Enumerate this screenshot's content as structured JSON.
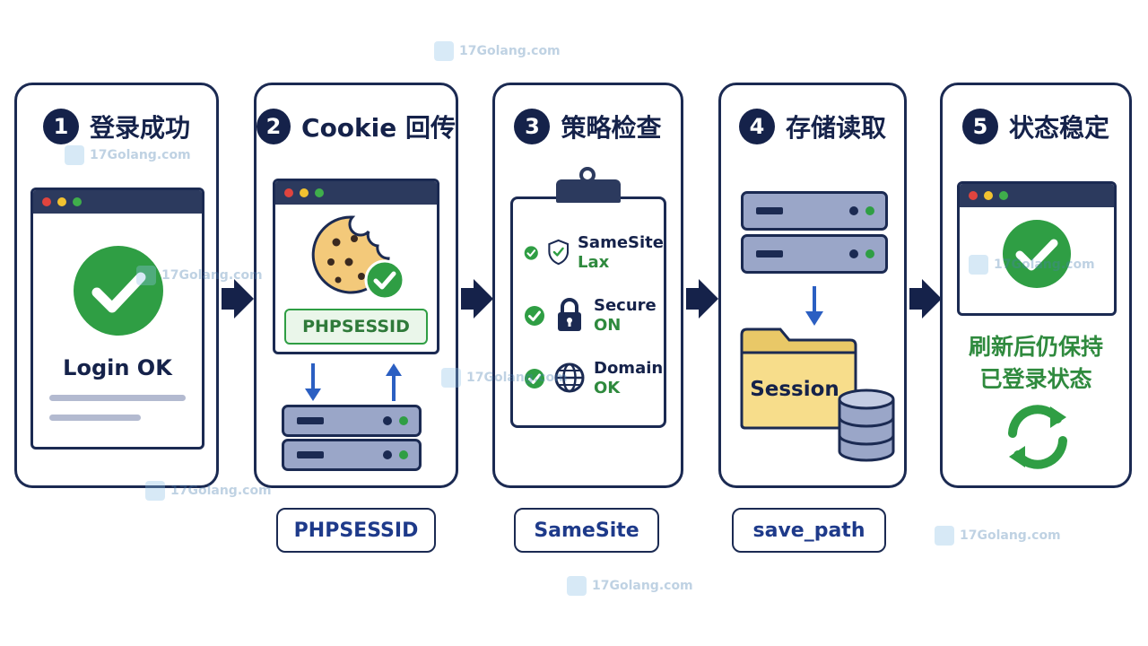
{
  "steps": [
    {
      "number": "1",
      "title": "登录成功",
      "caption": "Login OK"
    },
    {
      "number": "2",
      "title": "Cookie 回传",
      "cookie_label": "PHPSESSID",
      "bottom_label": "PHPSESSID"
    },
    {
      "number": "3",
      "title": "策略检查",
      "checks": [
        {
          "name": "SameSite",
          "value": "Lax",
          "icon": "shield-icon"
        },
        {
          "name": "Secure",
          "value": "ON",
          "icon": "lock-icon"
        },
        {
          "name": "Domain",
          "value": "OK",
          "icon": "globe-icon"
        }
      ],
      "bottom_label": "SameSite"
    },
    {
      "number": "4",
      "title": "存储读取",
      "folder_label": "Session",
      "bottom_label": "save_path"
    },
    {
      "number": "5",
      "title": "状态稳定",
      "caption_line1": "刷新后仍保持",
      "caption_line2": "已登录状态"
    }
  ],
  "watermark": {
    "text": "17Golang.com"
  },
  "colors": {
    "navy": "#15224a",
    "green": "#2f9e44",
    "server": "#9aa6c8",
    "folder": "#f7dd8b"
  }
}
